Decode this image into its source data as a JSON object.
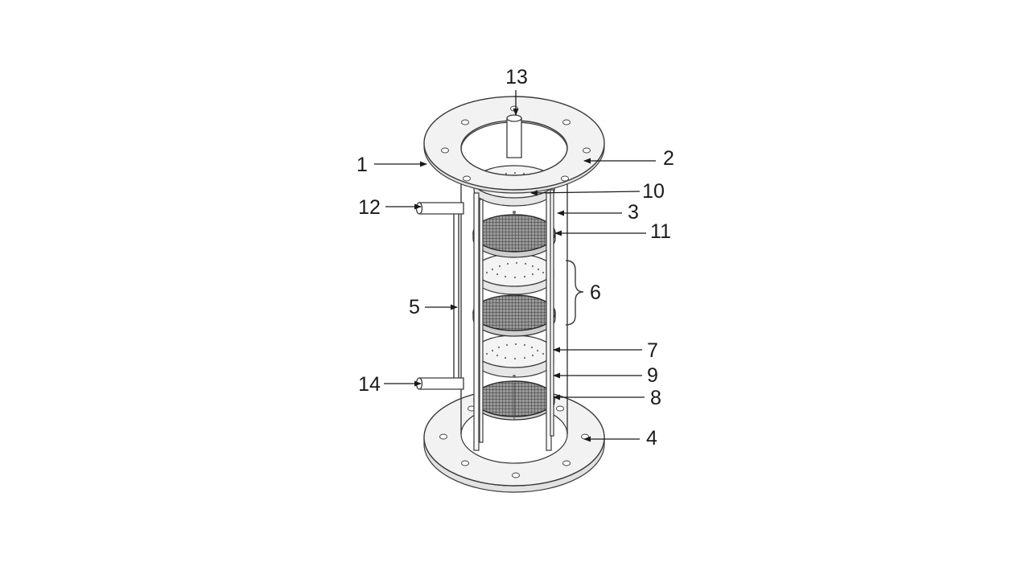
{
  "callouts": [
    {
      "id": "1",
      "text": "1"
    },
    {
      "id": "2",
      "text": "2"
    },
    {
      "id": "3",
      "text": "3"
    },
    {
      "id": "4",
      "text": "4"
    },
    {
      "id": "5",
      "text": "5"
    },
    {
      "id": "6",
      "text": "6"
    },
    {
      "id": "7",
      "text": "7"
    },
    {
      "id": "8",
      "text": "8"
    },
    {
      "id": "9",
      "text": "9"
    },
    {
      "id": "10",
      "text": "10"
    },
    {
      "id": "11",
      "text": "11"
    },
    {
      "id": "12",
      "text": "12"
    },
    {
      "id": "13",
      "text": "13"
    },
    {
      "id": "14",
      "text": "14"
    }
  ],
  "colors": {
    "line": "#3a3a3a",
    "mesh": "#2a2a2a",
    "background": "#ffffff"
  }
}
